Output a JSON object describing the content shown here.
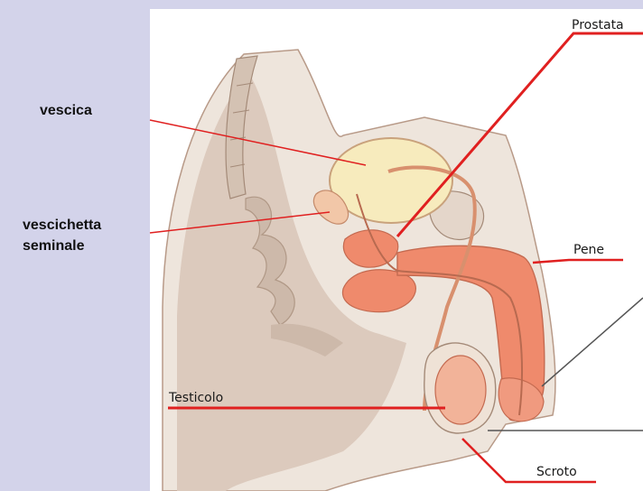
{
  "labels": {
    "vescica": "vescica",
    "vescichetta_line1": "vescichetta",
    "vescichetta_line2": "seminale",
    "prostata": "Prostata",
    "pene": "Pene",
    "testicolo": "Testicolo",
    "scroto": "Scroto"
  },
  "colors": {
    "background": "#d3d3ea",
    "panel": "#ffffff",
    "skin": "#eee5dc",
    "body_tissue": "#d9c6b9",
    "organ_orange": "#ef8a6c",
    "bladder": "#f7ebbd",
    "leader_red": "#e02020",
    "leader_dark": "#555555"
  }
}
